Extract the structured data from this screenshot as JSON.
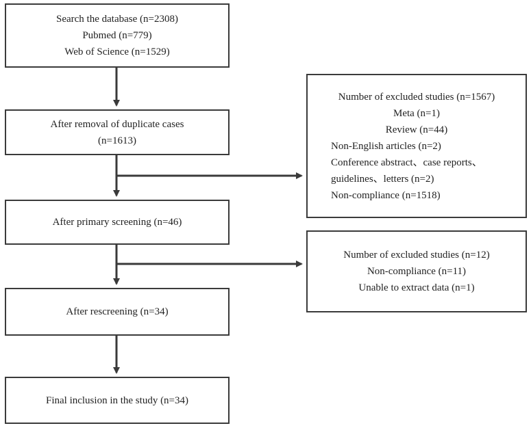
{
  "boxes": {
    "search": {
      "lines": [
        "Search the database (n=2308)",
        "Pubmed (n=779)",
        "Web of Science (n=1529)"
      ]
    },
    "dedup": {
      "lines": [
        "After removal of duplicate cases",
        "(n=1613)"
      ]
    },
    "primary": {
      "lines": [
        "After primary screening (n=46)"
      ]
    },
    "rescreen": {
      "lines": [
        "After rescreening (n=34)"
      ]
    },
    "final": {
      "lines": [
        "Final inclusion in the study (n=34)"
      ]
    },
    "excluded1": {
      "lines": [
        "Number of excluded studies (n=1567)",
        "Meta (n=1)",
        "Review (n=44)",
        "Non-English articles (n=2)",
        "Conference abstract、case reports、",
        "guidelines、letters (n=2)",
        "Non-compliance (n=1518)"
      ]
    },
    "excluded2": {
      "lines": [
        "Number of excluded studies (n=12)",
        "Non-compliance (n=11)",
        "Unable to extract data (n=1)"
      ]
    }
  },
  "colors": {
    "stroke": "#3a3a3a",
    "text": "#222222"
  }
}
